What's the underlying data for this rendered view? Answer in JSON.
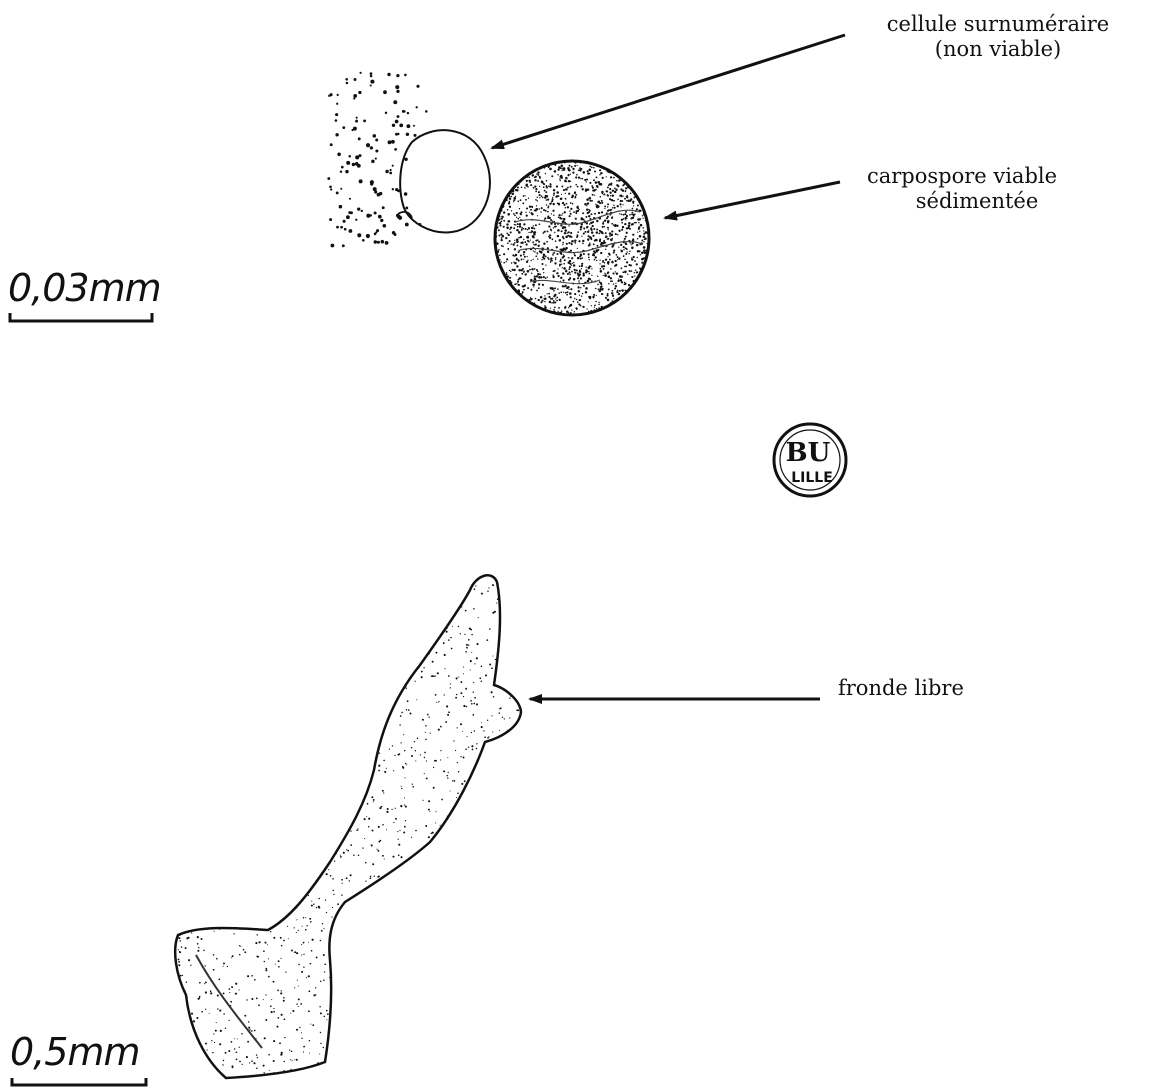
{
  "labels": {
    "cellule_line1": "cellule surnuméraire",
    "cellule_line2": "(non viable)",
    "carpospore_line1": "carpospore viable",
    "carpospore_line2": "sédimentée",
    "fronde": "fronde libre"
  },
  "scale_bars": {
    "top": "0,03mm",
    "bottom": "0,5mm"
  },
  "stamp": {
    "line1": "BU",
    "line2": "LILLE"
  },
  "colors": {
    "ink": "#111111",
    "paper": "#ffffff"
  }
}
